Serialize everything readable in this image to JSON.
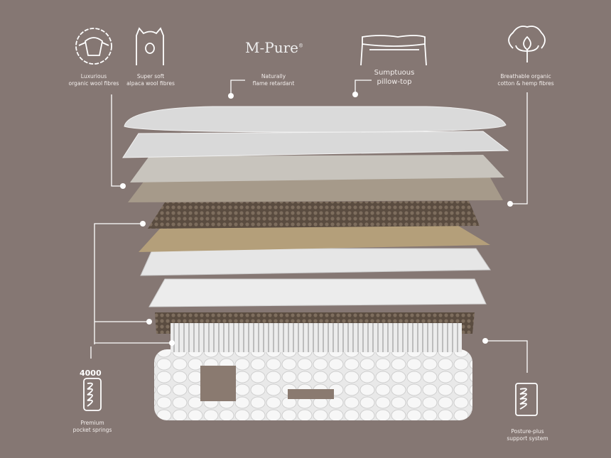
{
  "logo": {
    "text": "M-Pure",
    "mark": "®"
  },
  "features": [
    {
      "icon": "sheep-icon",
      "label": "Luxurious\norganic wool fibres"
    },
    {
      "icon": "alpaca-icon",
      "label": "Super soft\nalpaca wool fibres"
    },
    {
      "icon": "flame-retardant-logo",
      "label": "Naturally\nflame retardant"
    },
    {
      "icon": "pillow-top-icon",
      "label": "Sumptuous\npillow-top"
    },
    {
      "icon": "cotton-icon",
      "label": "Breathable organic\ncotton & hemp fibres"
    },
    {
      "icon": "pocket-spring-icon",
      "label": "Premium\npocket springs",
      "count": "4000"
    },
    {
      "icon": "support-spring-icon",
      "label": "Posture-plus\nsupport system"
    }
  ]
}
